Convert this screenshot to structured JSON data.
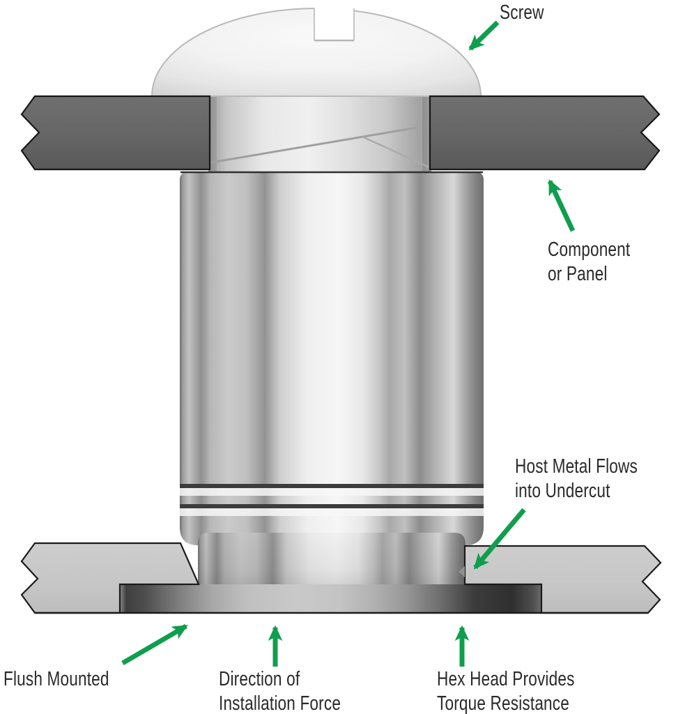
{
  "labels": {
    "screw": "Screw",
    "component_panel": "Component\nor Panel",
    "host_metal": "Host Metal Flows\ninto Undercut",
    "flush_mounted": "Flush Mounted",
    "installation_force": "Direction of\nInstallation Force",
    "hex_head": "Hex Head Provides\nTorque Resistance"
  },
  "colors": {
    "arrow_green": "#0f9e4d",
    "label_text": "#2b292a",
    "top_panel_gray": "#666666",
    "bottom_panel_gray": "#c6c6c6",
    "outline_black": "#1b1b1b",
    "background": "#ffffff"
  },
  "parts": [
    "screw-head-dome",
    "screw-slot",
    "screw-shank",
    "component-panel-left",
    "component-panel-right",
    "fastener-body",
    "undercut-grooves",
    "fastener-flange",
    "hex-head",
    "host-panel-left",
    "host-panel-right"
  ]
}
